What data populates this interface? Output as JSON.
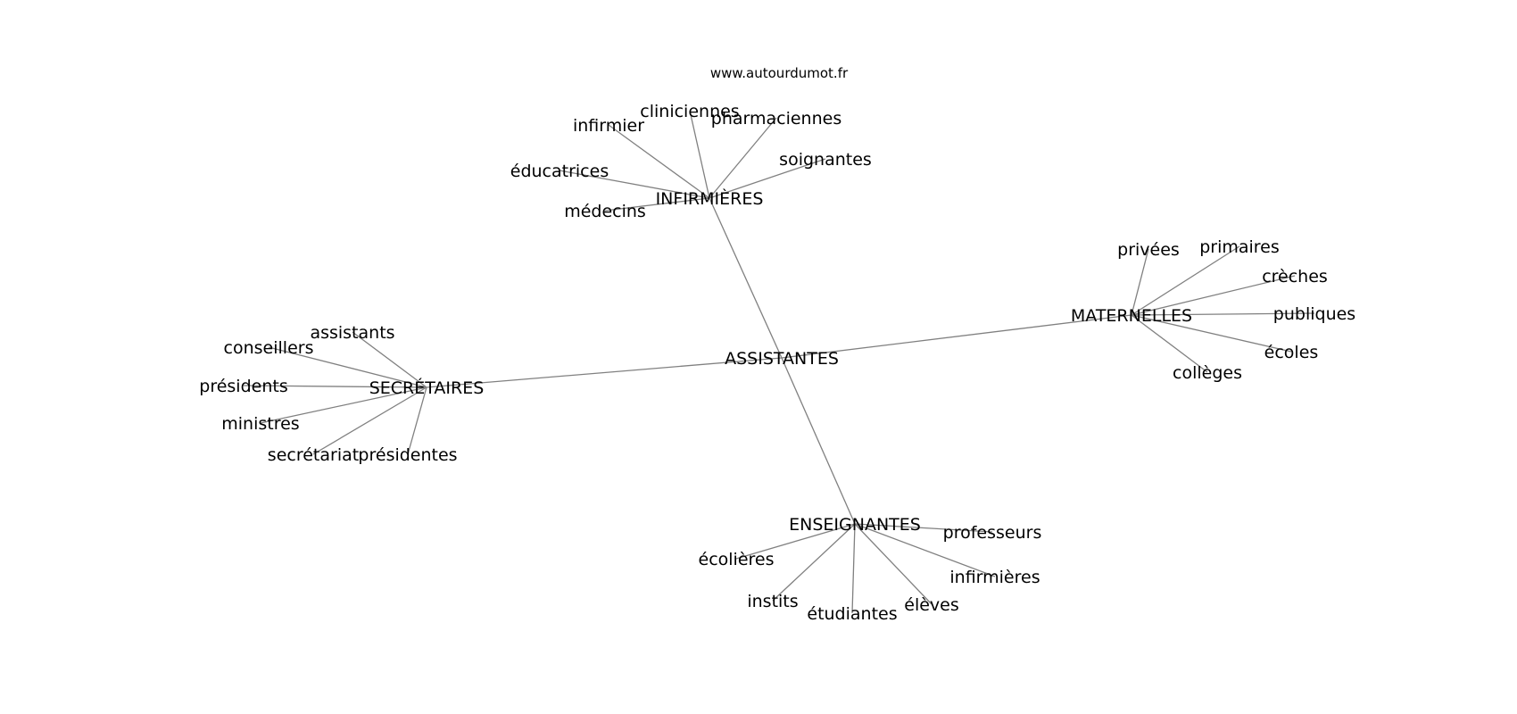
{
  "credit": "www.autourdumot.fr",
  "center": "ASSISTANTES",
  "hubs": [
    {
      "label": "INFIRMIÈRES",
      "words": [
        "cliniciennes",
        "pharmaciennes",
        "infirmier",
        "soignantes",
        "éducatrices",
        "médecins"
      ]
    },
    {
      "label": "MATERNELLES",
      "words": [
        "privées",
        "primaires",
        "crèches",
        "publiques",
        "écoles",
        "collèges"
      ]
    },
    {
      "label": "SECRÉTAIRES",
      "words": [
        "assistants",
        "conseillers",
        "présidents",
        "ministres",
        "secrétariat",
        "présidentes"
      ]
    },
    {
      "label": "ENSEIGNANTES",
      "words": [
        "professeurs",
        "écolières",
        "infirmières",
        "instits",
        "élèves",
        "étudiantes"
      ]
    }
  ]
}
